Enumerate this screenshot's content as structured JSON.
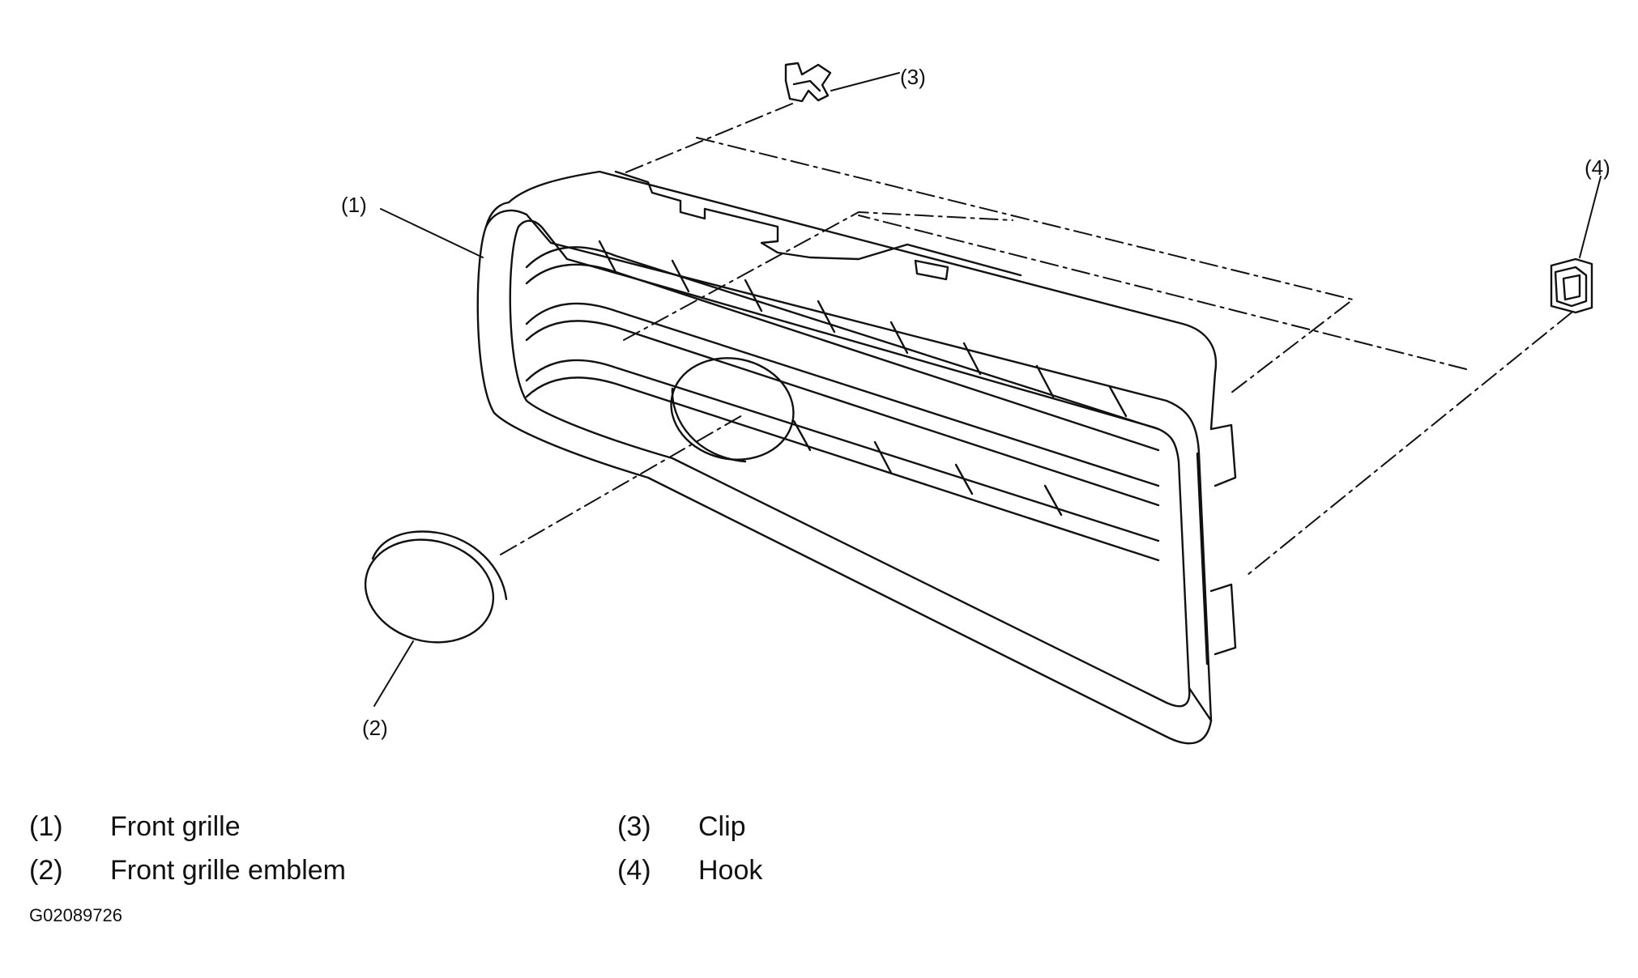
{
  "callouts": {
    "grille": "(1)",
    "emblem": "(2)",
    "clip": "(3)",
    "hook": "(4)"
  },
  "legend": [
    {
      "number": "(1)",
      "label": "Front grille"
    },
    {
      "number": "(2)",
      "label": "Front grille emblem"
    },
    {
      "number": "(3)",
      "label": "Clip"
    },
    {
      "number": "(4)",
      "label": "Hook"
    }
  ],
  "figure_code": "G02089726",
  "colors": {
    "line": "#111111",
    "background": "#ffffff"
  }
}
